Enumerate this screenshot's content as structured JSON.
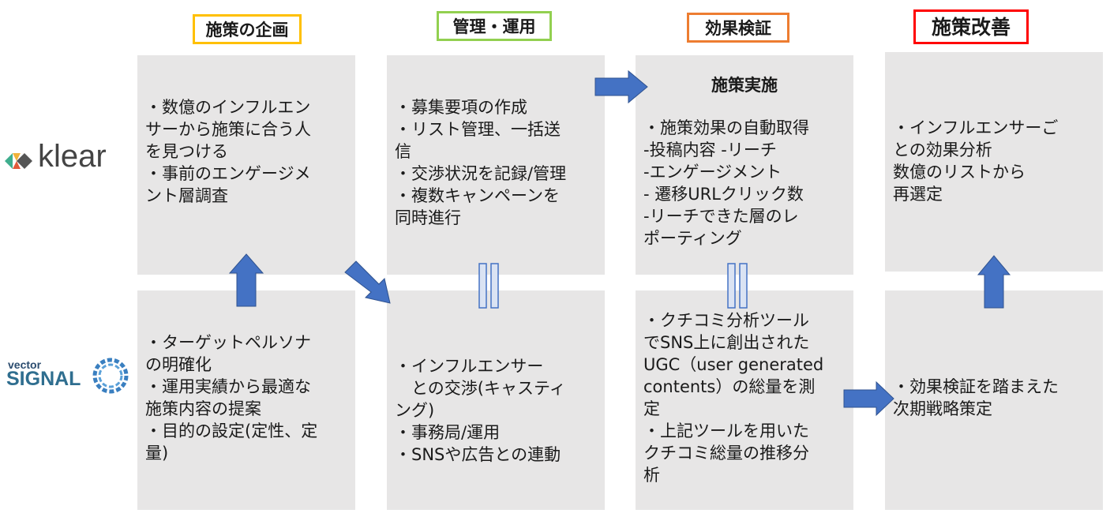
{
  "headers": {
    "plan": "施策の企画",
    "manage": "管理・運用",
    "verify": "効果検証",
    "improve": "施策改善"
  },
  "logos": {
    "klear": "klear",
    "vector": "vector",
    "signal": "SIGNAL"
  },
  "klear_row": {
    "plan": "・数億のインフルエン\nサーから施策に合う人\nを見つける\n・事前のエンゲージメ\nント層調査",
    "manage": "・募集要項の作成\n・リスト管理、一括送\n信\n・交渉状況を記録/管理\n・複数キャンペーンを\n同時進行",
    "verify_title": "施策実施",
    "verify": "・施策効果の自動取得\n-投稿内容 -リーチ\n-エンゲージメント\n- 遷移URLクリック数\n-リーチできた層のレ\nポーティング",
    "improve": "・インフルエンサーご\nとの効果分析\n数億のリストから\n再選定"
  },
  "signal_row": {
    "plan": "・ターゲットペルソナ\nの明確化\n・運用実績から最適な\n施策内容の提案\n・目的の設定(定性、定\n量)",
    "manage": "・インフルエンサー\n　との交渉(キャスティ\nング)\n・事務局/運用\n・SNSや広告との連動",
    "verify": "・クチコミ分析ツール\nでSNS上に創出された\nUGC（user generated\ncontents）の総量を測\n定\n・上記ツールを用いた\nクチコミ総量の推移分\n析",
    "improve": "・効果検証を踏まえた\n次期戦略策定"
  },
  "colors": {
    "plan_border": "#ffc000",
    "manage_border": "#92d050",
    "verify_border": "#ed7d31",
    "improve_border": "#ff0000",
    "box_bg": "#e7e6e6",
    "arrow": "#4472c4"
  }
}
